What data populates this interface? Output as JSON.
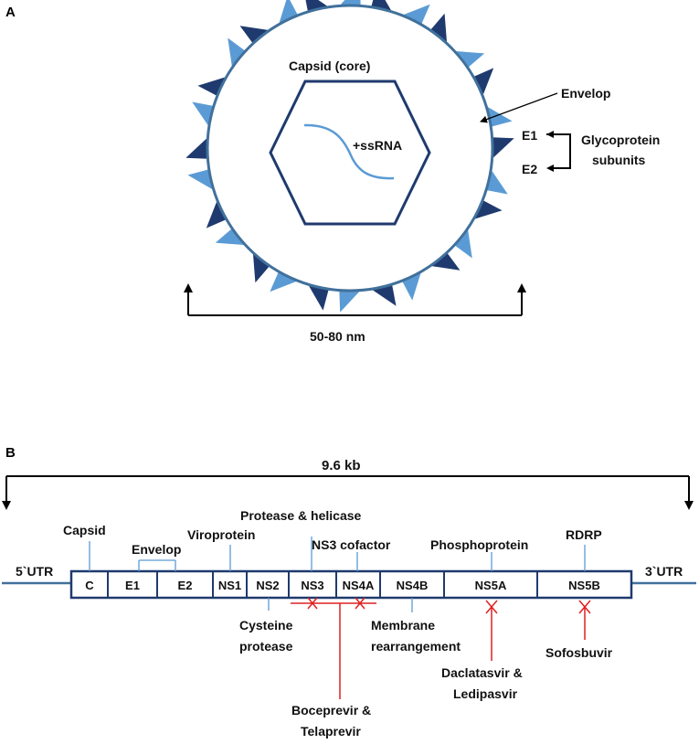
{
  "colors": {
    "spike_light": "#5b9bd5",
    "spike_dark": "#1f3a6e",
    "outline": "#41719c",
    "rna": "#5b9bd5",
    "drug": "#e02020",
    "text": "#111111"
  },
  "panelA": {
    "label": "A",
    "capsid_label": "Capsid (core)",
    "rna_label": "+ssRNA",
    "envelop_label": "Envelop",
    "e1_label": "E1",
    "e2_label": "E2",
    "glyco_line1": "Glycoprotein",
    "glyco_line2": "subunits",
    "size_label": "50-80 nm"
  },
  "panelB": {
    "label": "B",
    "genome_size": "9.6 kb",
    "utr5": "5`UTR",
    "utr3": "3`UTR",
    "segments": [
      "C",
      "E1",
      "E2",
      "NS1",
      "NS2",
      "NS3",
      "NS4A",
      "NS4B",
      "NS5A",
      "NS5B"
    ],
    "functions": {
      "capsid": "Capsid",
      "envelop": "Envelop",
      "viroprotein": "Viroprotein",
      "protease_helicase": "Protease & helicase",
      "ns3_cofactor": "NS3 cofactor",
      "phosphoprotein": "Phosphoprotein",
      "rdrp": "RDRP",
      "cysteine_line1": "Cysteine",
      "cysteine_line2": "protease",
      "membrane_line1": "Membrane",
      "membrane_line2": "rearrangement"
    },
    "drugs": {
      "boceprevir_line1": "Boceprevir &",
      "boceprevir_line2": "Telaprevir",
      "daclatasvir_line1": "Daclatasvir &",
      "daclatasvir_line2": "Ledipasvir",
      "sofosbuvir": "Sofosbuvir"
    }
  }
}
